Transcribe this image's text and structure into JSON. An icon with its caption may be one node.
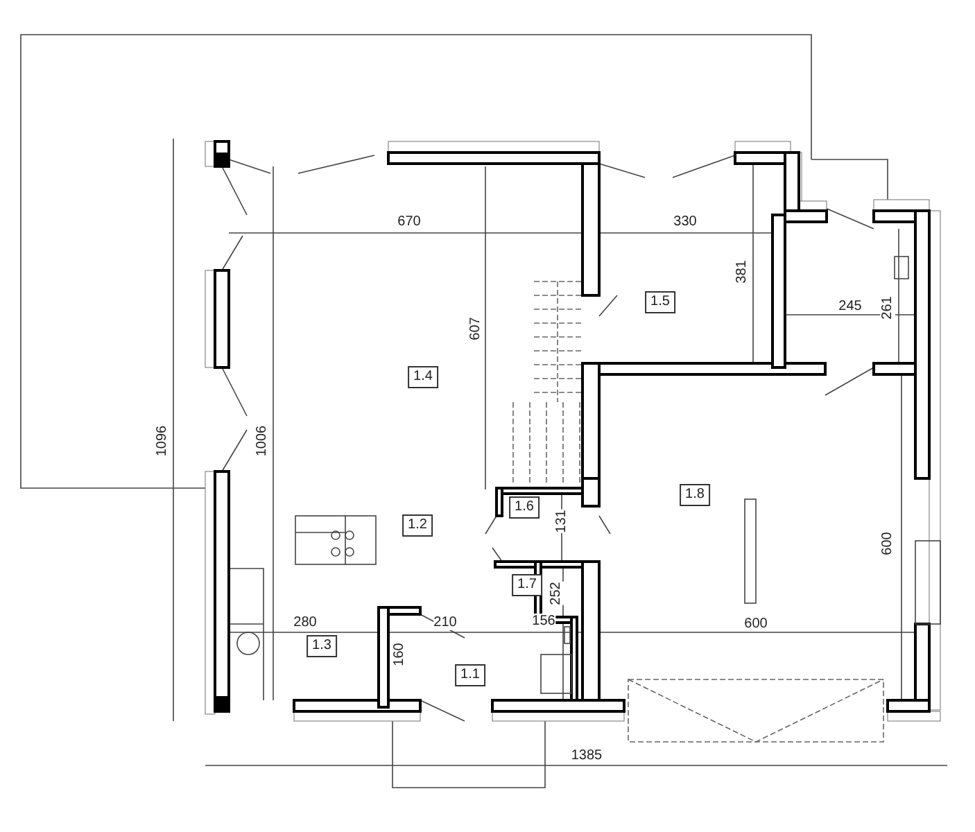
{
  "diagram": {
    "nodes": [
      {
        "text": [
          "1.4"
        ]
      },
      {
        "text": [
          "1.5"
        ]
      },
      {
        "text": [
          "1.2"
        ]
      },
      {
        "text": [
          "1.6"
        ]
      },
      {
        "text": [
          "1.8"
        ]
      },
      {
        "text": [
          "1.7"
        ]
      },
      {
        "text": [
          "1.3"
        ]
      },
      {
        "text": [
          "1.1"
        ]
      }
    ],
    "labels": [
      "670",
      "330",
      "607",
      "381",
      "245",
      "261",
      "1096",
      "1006",
      "131",
      "252",
      "280",
      "210",
      "156",
      "160",
      "600",
      "600",
      "1385"
    ]
  }
}
